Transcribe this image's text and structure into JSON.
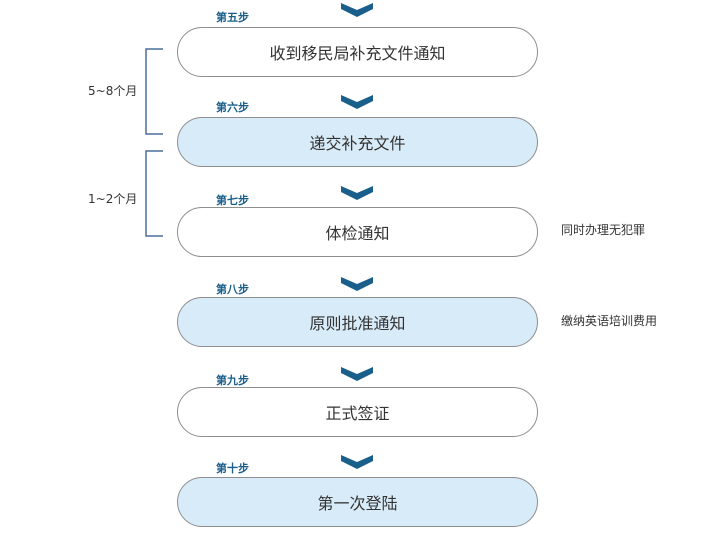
{
  "colors": {
    "accent": "#1a5f8c",
    "filled": "#d8ebf8",
    "border": "#8e8e8e",
    "bracket": "#4a6f9c"
  },
  "icons": {
    "chevron": "chevron-down-icon",
    "bracket": "bracket-icon"
  },
  "steps": [
    {
      "label": "第五步",
      "box": "收到移民局补充文件通知"
    },
    {
      "label": "第六步",
      "box": "递交补充文件"
    },
    {
      "label": "第七步",
      "box": "体检通知"
    },
    {
      "label": "第八步",
      "box": "原则批准通知"
    },
    {
      "label": "第九步",
      "box": "正式签证"
    },
    {
      "label": "第十步",
      "box": "第一次登陆"
    }
  ],
  "durations": [
    "5~8个月",
    "1~2个月"
  ],
  "side_notes": [
    "同时办理无犯罪",
    "缴纳英语培训费用"
  ]
}
